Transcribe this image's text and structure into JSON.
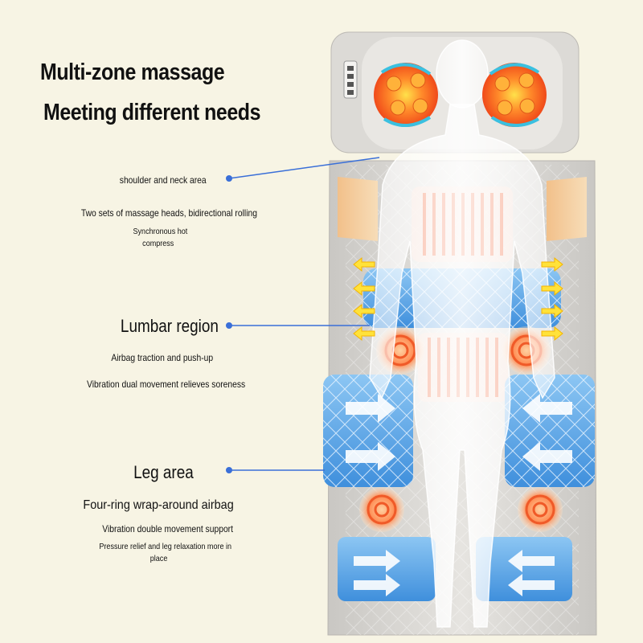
{
  "title_line1": "Multi-zone massage",
  "title_line2": "Meeting different needs",
  "zones": {
    "shoulder": {
      "label": "shoulder and neck area",
      "desc1": "Two sets of massage heads, bidirectional rolling",
      "desc2a": "Synchronous hot",
      "desc2b": "compress"
    },
    "lumbar": {
      "label": "Lumbar region",
      "desc1": "Airbag traction and push-up",
      "desc2": "Vibration dual movement relieves soreness"
    },
    "leg": {
      "label": "Leg area",
      "desc1": "Four-ring wrap-around airbag",
      "desc2": "Vibration double movement support",
      "desc3a": "Pressure relief and leg relaxation more in",
      "desc3b": "place"
    }
  },
  "colors": {
    "background": "#f7f4e4",
    "leader": "#3a6fd8",
    "airbag_blue": "#5aa6e8",
    "heat_orange": "#f06a2a",
    "mat_grey": "#d8d6d2"
  },
  "icons": [
    "control-panel-icon",
    "arrow-icon",
    "heating-coil-icon",
    "massage-roller-icon",
    "vibration-ring-icon"
  ]
}
